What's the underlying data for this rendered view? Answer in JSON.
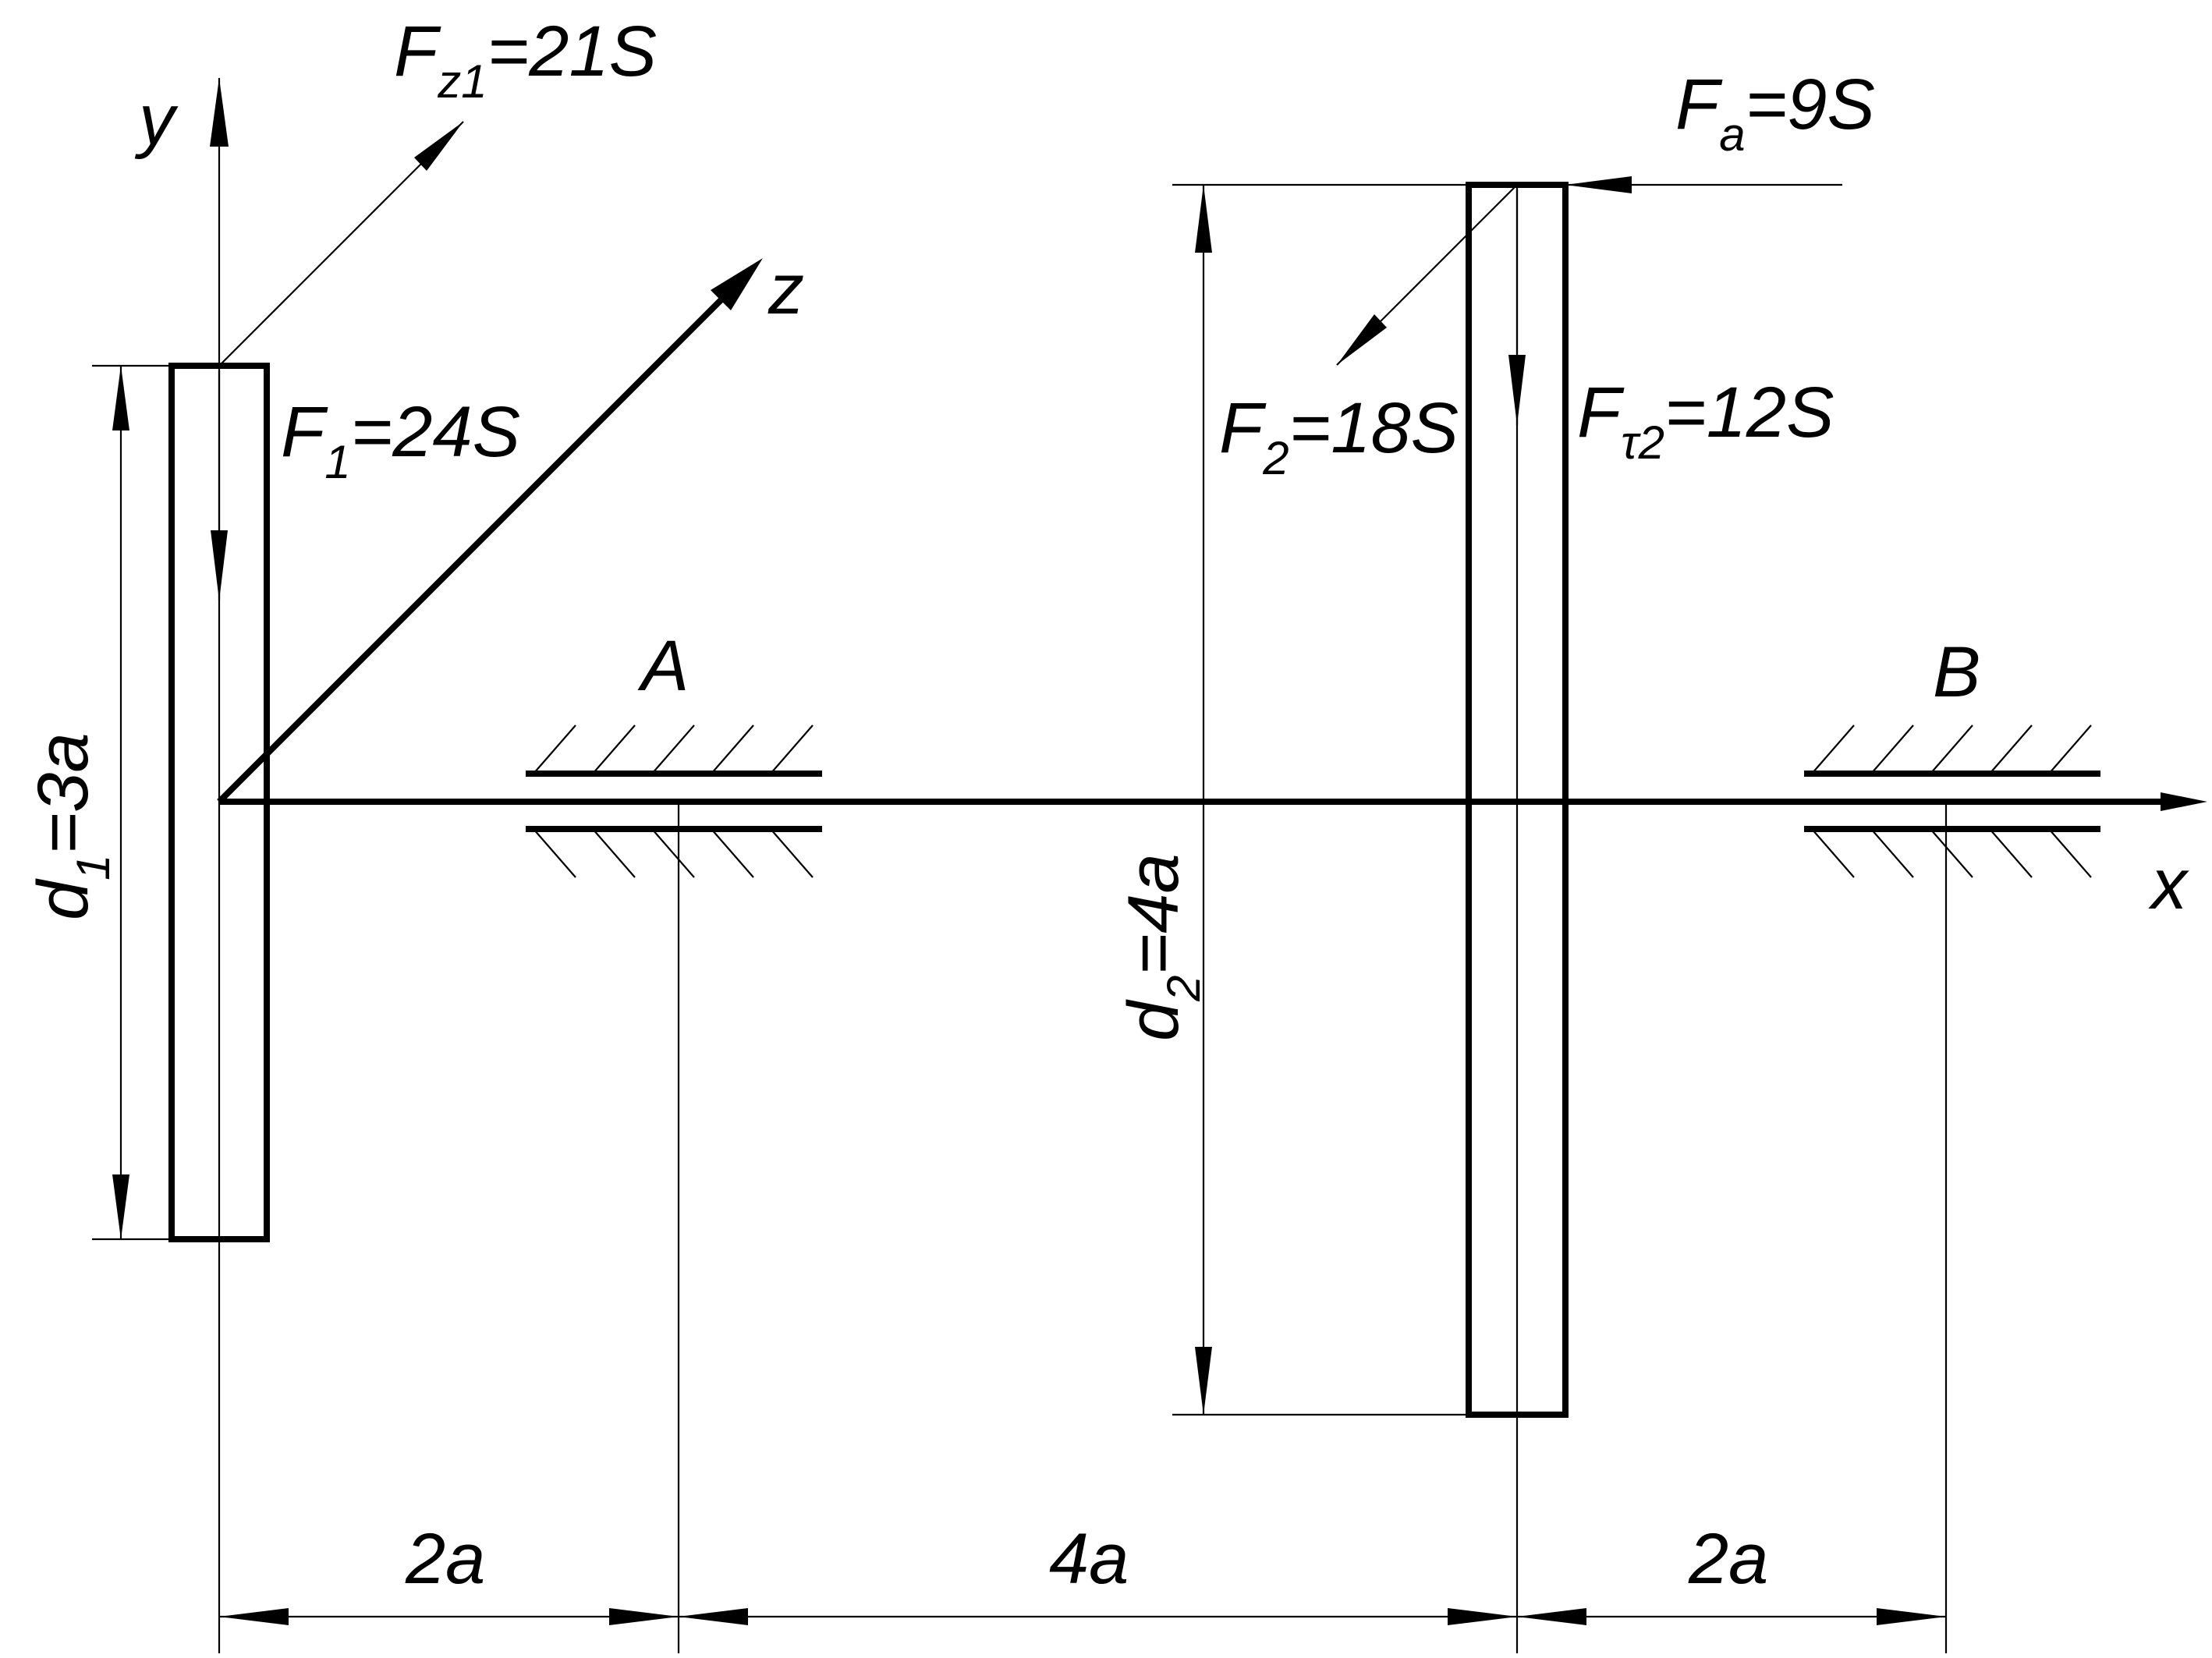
{
  "axes": {
    "x": "x",
    "y": "y",
    "z": "z"
  },
  "supports": {
    "left": "A",
    "right": "B"
  },
  "forces": {
    "fz1": {
      "main": "F",
      "sub": "z1",
      "value": "=21S"
    },
    "f1": {
      "main": "F",
      "sub": "1",
      "value": "=24S"
    },
    "fa": {
      "main": "F",
      "sub": "a",
      "value": "=9S"
    },
    "f2": {
      "main": "F",
      "sub": "2",
      "value": "=18S"
    },
    "ft2": {
      "main": "F",
      "sub": "τ2",
      "value": "=12S"
    }
  },
  "diameters": {
    "d1": {
      "main": "d",
      "sub": "1",
      "value": "=3a"
    },
    "d2": {
      "main": "d",
      "sub": "2",
      "value": "=4a"
    }
  },
  "spans": [
    "2a",
    "4a",
    "2a"
  ]
}
